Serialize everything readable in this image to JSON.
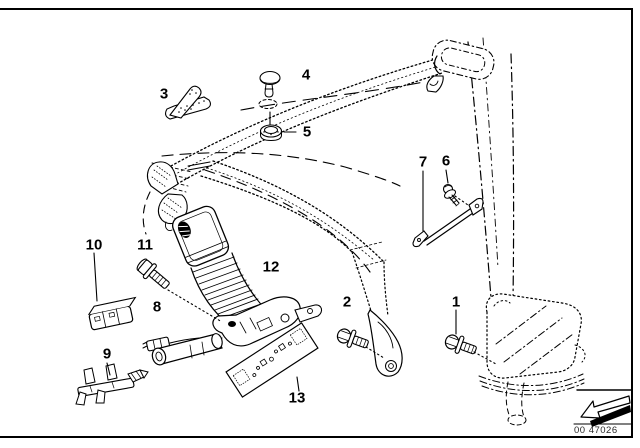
{
  "diagram": {
    "kind": "exploded-parts-line-drawing",
    "subject": "front seat belt with buckle tensioner, upper guide, retractor and fasteners"
  },
  "parts": [
    {
      "number": "1",
      "depicts": "hex-bolt-at-retractor"
    },
    {
      "number": "2",
      "depicts": "hex-bolt-at-lower-anchor"
    },
    {
      "number": "3",
      "depicts": "angled-bracket"
    },
    {
      "number": "4",
      "depicts": "cap-rivet"
    },
    {
      "number": "5",
      "depicts": "grommet-washer"
    },
    {
      "number": "6",
      "depicts": "small-screw"
    },
    {
      "number": "7",
      "depicts": "link-rod"
    },
    {
      "number": "8",
      "depicts": "cable-with-plug"
    },
    {
      "number": "9",
      "depicts": "holder-bracket"
    },
    {
      "number": "10",
      "depicts": "connector-housing"
    },
    {
      "number": "11",
      "depicts": "bolt"
    },
    {
      "number": "12",
      "depicts": "belt-buckle-with-tensioner"
    },
    {
      "number": "13",
      "depicts": "instruction-label-plate"
    },
    {
      "number": "13_note",
      "depicts": ""
    }
  ],
  "stamp": {
    "code": "00 47026",
    "icon": "back-arrow-icon"
  },
  "colors": {
    "background": "#ffffff",
    "line": "#000000",
    "stamp_text": "#2a2a2a"
  }
}
